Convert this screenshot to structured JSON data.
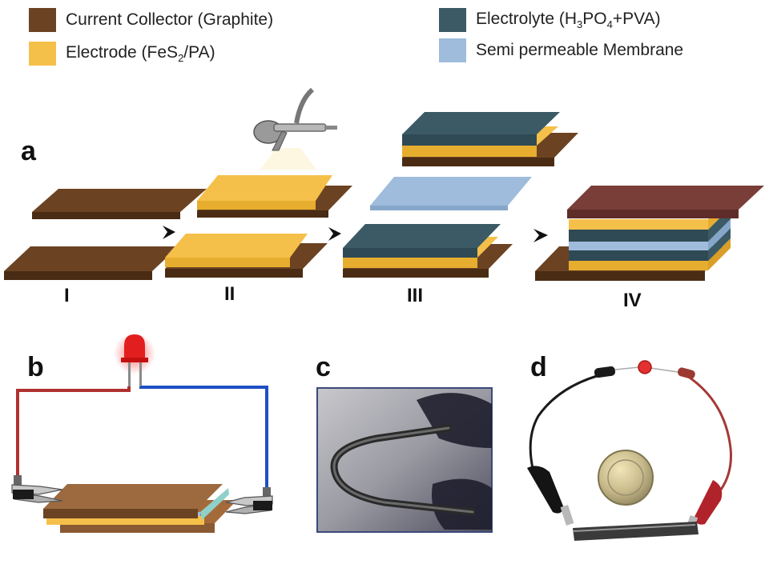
{
  "legend": {
    "current_collector": {
      "text": "Current Collector (Graphite)",
      "color": "#6b4323"
    },
    "electrode": {
      "text_main": "Electrode (FeS",
      "sub": "2",
      "text_tail": "/PA)",
      "color": "#f5c04a"
    },
    "electrolyte": {
      "text_main": "Electrolyte (H",
      "sub1": "3",
      "text_mid": "PO",
      "sub2": "4",
      "text_tail": "+PVA)",
      "color": "#3b5a66"
    },
    "membrane": {
      "text": "Semi permeable Membrane",
      "color": "#9fbcdc"
    }
  },
  "panels": {
    "a": "a",
    "b": "b",
    "c": "c",
    "d": "d"
  },
  "steps": [
    "I",
    "II",
    "III",
    "IV"
  ],
  "colors": {
    "collector": "#6b4323",
    "collector_side": "#4a2c14",
    "electrode": "#f5c04a",
    "electrolyte": "#3b5a66",
    "membrane": "#9fbcdc",
    "top_collector_iv": "#7a3e38",
    "wire_red": "#b03030",
    "wire_blue": "#1f4fc4"
  },
  "icons": [
    "spray-gun-icon",
    "led-icon",
    "alligator-clip-icon",
    "coin-icon"
  ]
}
